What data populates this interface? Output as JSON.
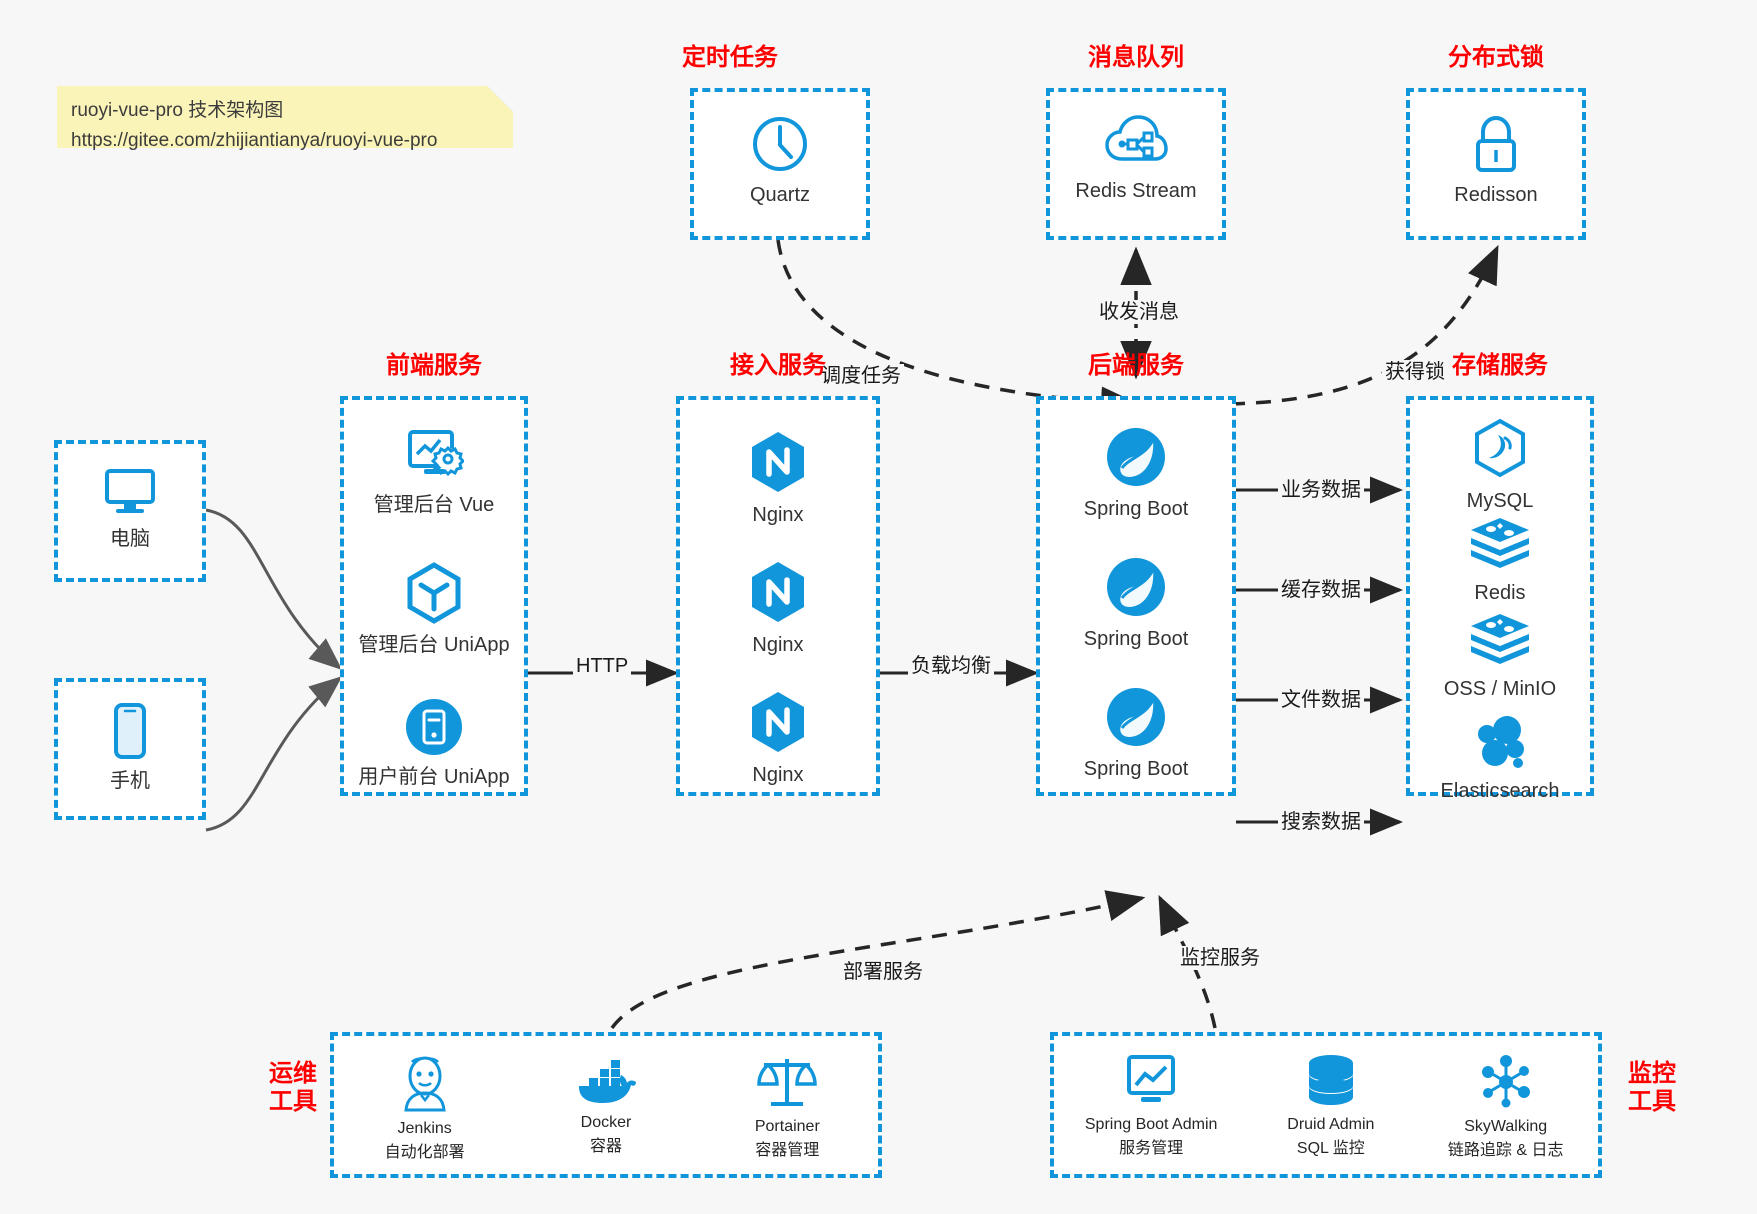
{
  "note": {
    "line1": "ruoyi-vue-pro 技术架构图",
    "line2": "https://gitee.com/zhijiantianya/ruoyi-vue-pro"
  },
  "groups": {
    "scheduler": {
      "title": "定时任务",
      "items": [
        {
          "label": "Quartz",
          "icon": "clock-icon"
        }
      ]
    },
    "mq": {
      "title": "消息队列",
      "items": [
        {
          "label": "Redis Stream",
          "icon": "cloud-stream-icon"
        }
      ]
    },
    "lock": {
      "title": "分布式锁",
      "items": [
        {
          "label": "Redisson",
          "icon": "padlock-icon"
        }
      ]
    },
    "clients": {
      "items": [
        {
          "label": "电脑",
          "icon": "desktop-icon"
        },
        {
          "label": "手机",
          "icon": "mobile-icon"
        }
      ]
    },
    "frontend": {
      "title": "前端服务",
      "items": [
        {
          "label": "管理后台 Vue",
          "icon": "dashboard-icon"
        },
        {
          "label": "管理后台 UniApp",
          "icon": "cube-icon"
        },
        {
          "label": "用户前台 UniApp",
          "icon": "app-icon"
        }
      ]
    },
    "gateway": {
      "title": "接入服务",
      "items": [
        {
          "label": "Nginx",
          "icon": "nginx-icon"
        },
        {
          "label": "Nginx",
          "icon": "nginx-icon"
        },
        {
          "label": "Nginx",
          "icon": "nginx-icon"
        }
      ]
    },
    "backend": {
      "title": "后端服务",
      "items": [
        {
          "label": "Spring Boot",
          "icon": "spring-icon"
        },
        {
          "label": "Spring Boot",
          "icon": "spring-icon"
        },
        {
          "label": "Spring Boot",
          "icon": "spring-icon"
        }
      ]
    },
    "storage": {
      "title": "存储服务",
      "items": [
        {
          "label": "MySQL",
          "icon": "mysql-icon"
        },
        {
          "label": "Redis",
          "icon": "redis-icon"
        },
        {
          "label": "OSS / MinIO",
          "icon": "oss-icon"
        },
        {
          "label": "Elasticsearch",
          "icon": "elasticsearch-icon"
        }
      ]
    },
    "devops": {
      "title_line1": "运维",
      "title_line2": "工具",
      "items": [
        {
          "label": "Jenkins",
          "sub": "自动化部署",
          "icon": "jenkins-icon"
        },
        {
          "label": "Docker",
          "sub": "容器",
          "icon": "docker-icon"
        },
        {
          "label": "Portainer",
          "sub": "容器管理",
          "icon": "scales-icon"
        }
      ]
    },
    "monitoring": {
      "title_line1": "监控",
      "title_line2": "工具",
      "items": [
        {
          "label": "Spring Boot Admin",
          "sub": "服务管理",
          "icon": "monitor-chart-icon"
        },
        {
          "label": "Druid Admin",
          "sub": "SQL 监控",
          "icon": "database-icon"
        },
        {
          "label": "SkyWalking",
          "sub": "链路追踪 & 日志",
          "icon": "skywalking-icon"
        }
      ]
    }
  },
  "edges": {
    "http": "HTTP",
    "balance": "负载均衡",
    "schedule": "调度任务",
    "message": "收发消息",
    "acquirelock": "获得锁",
    "business": "业务数据",
    "cache": "缓存数据",
    "file": "文件数据",
    "search": "搜索数据",
    "deploy": "部署服务",
    "monitor": "监控服务"
  },
  "colors": {
    "brand_blue": "#1296db",
    "title_red": "#ff0000",
    "note_yellow": "#fbf4b8",
    "background": "#f7f7f7",
    "edge_dark": "#262626",
    "edge_gray": "#595959"
  }
}
